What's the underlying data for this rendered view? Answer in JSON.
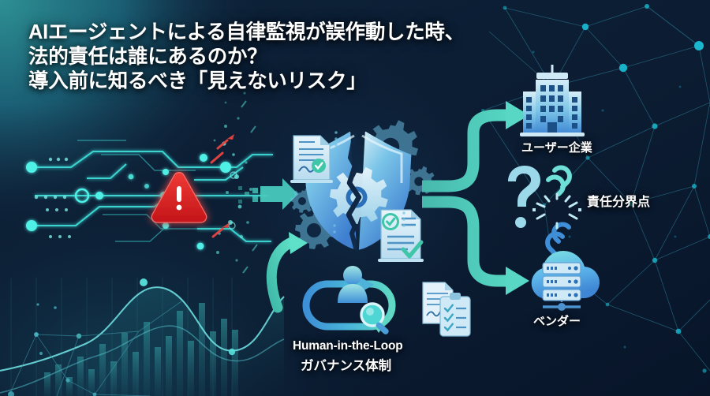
{
  "theme": {
    "bg_deep": "#0b1b30",
    "bg_mid": "#0e2038",
    "teal_glow": "#1d8f92",
    "accent_teal": "#4ecdc0",
    "accent_cyan": "#3fe0d0",
    "node_cyan": "#1fb6c9",
    "shield_blue": "#5aa9e6",
    "shield_light": "#bfe4f2",
    "alert_red": "#e0262b",
    "label_white": "#ffffff",
    "icon_blue": "#3d8fd6",
    "icon_cyan_light": "#8fd9e8"
  },
  "title": {
    "line1": "AIエージェントによる自律監視が誤作動した時、",
    "line2": "法的責任は誰にあるのか？",
    "line3": "導入前に知るべき「見えないリスク」"
  },
  "labels": {
    "user_company": "ユーザー企業",
    "responsibility_boundary": "責任分界点",
    "vendor": "ベンダー",
    "hitl_en": "Human-in-the-Loop",
    "hitl_jp": "ガバナンス体制"
  },
  "icons": {
    "warning": "warning-triangle-icon",
    "shield": "cracked-shield-icon",
    "gear": "gear-icon",
    "document": "document-icon",
    "clipboard": "clipboard-checklist-icon",
    "building": "office-building-icon",
    "cloud_server": "cloud-server-icon",
    "broken_chain": "broken-chain-icon",
    "question": "question-mark-icon",
    "person": "person-silhouette-icon",
    "magnifier": "magnifying-glass-icon",
    "loop_arrow": "loop-arrow-icon",
    "fork_arrow": "forking-arrow-icon",
    "pixel_arrow": "pixel-arrow-icon",
    "curved_arrow": "curved-arrow-icon",
    "circuit": "circuit-trace-icon",
    "network_mesh": "network-mesh-icon",
    "bar_chart": "bar-chart-decoration-icon",
    "wave_line": "wave-line-decoration-icon"
  }
}
